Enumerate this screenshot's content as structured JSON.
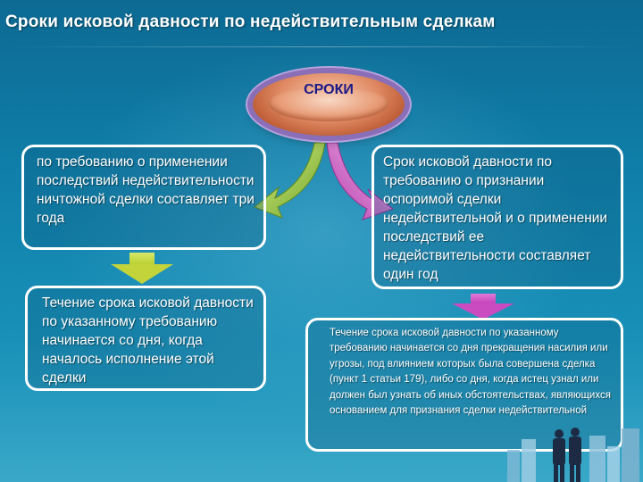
{
  "title": "Сроки исковой давности по недействительным сделкам",
  "center": {
    "label": "СРОКИ"
  },
  "boxes": {
    "top_left": "по требованию о применении последствий недействительности ничтожной сделки составляет три года",
    "top_right": "Срок исковой давности по требованию о признании оспоримой сделки недействительной и о применении последствий ее недействительности составляет один год",
    "bottom_left": "Течение срока исковой давности по указанному требованию начинается со дня, когда началось исполнение этой сделки",
    "bottom_right": "Течение срока исковой давности по указанному требованию начинается со дня прекращения насилия или угрозы, под влиянием которых была совершена сделка (пункт 1 статьи 179), либо со дня, когда истец узнал или должен был узнать об иных обстоятельствах, являющихся основанием для признания сделки недействительной"
  },
  "colors": {
    "background": "#0f7fa9",
    "left_arrow": "#8fc13a",
    "right_arrow": "#c94bbf",
    "down_arrow_left": "#c3d43a",
    "down_arrow_right": "#c94bbf",
    "oval": "#e08a63",
    "oval_ring": "#8a6fb8"
  },
  "decorations": {
    "background_image": "city-skyline-with-businessmen"
  }
}
